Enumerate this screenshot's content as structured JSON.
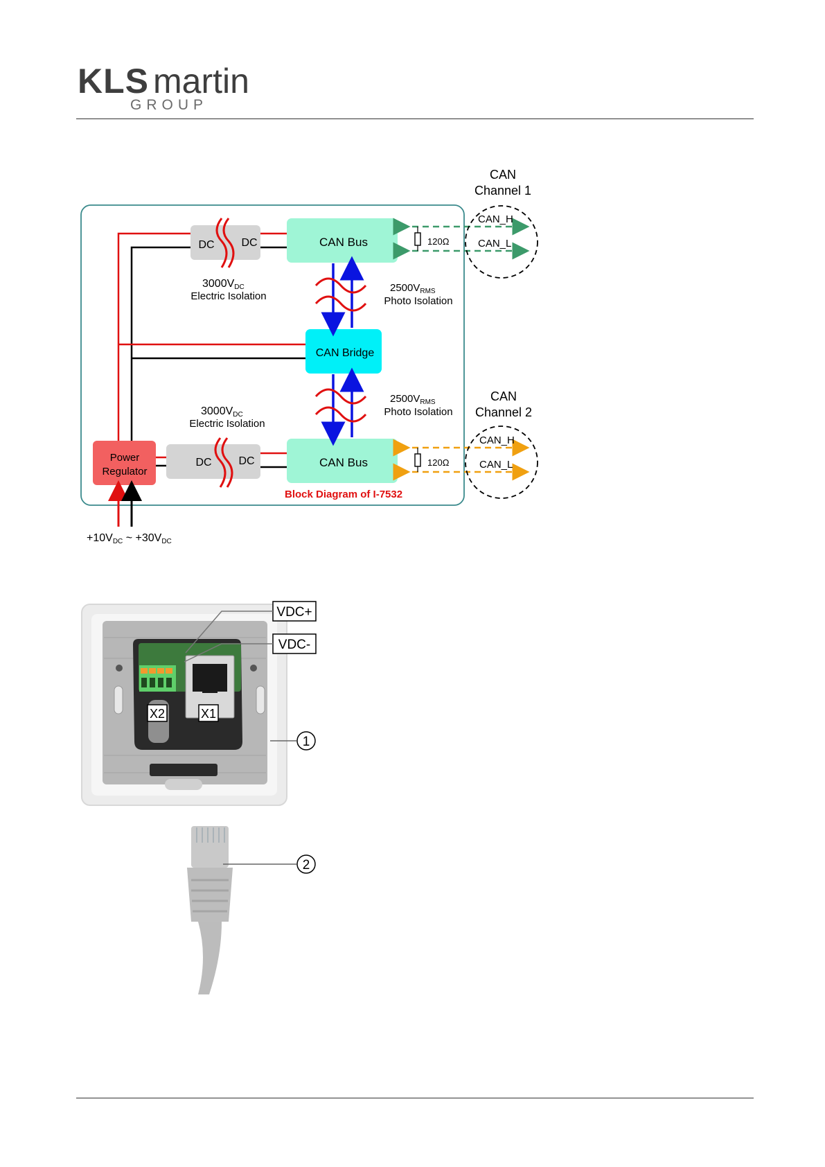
{
  "header": {
    "logo_main_1": "KLS",
    "logo_main_2": "martin",
    "logo_sub": "GROUP"
  },
  "diagram": {
    "title": "Block Diagram of I-7532",
    "channel1": {
      "label_line1": "CAN",
      "label_line2": "Channel 1",
      "h": "CAN_H",
      "l": "CAN_L"
    },
    "channel2": {
      "label_line1": "CAN",
      "label_line2": "Channel 2",
      "h": "CAN_H",
      "l": "CAN_L"
    },
    "can_bus_top": "CAN Bus",
    "can_bus_bottom": "CAN Bus",
    "can_bridge": "CAN Bridge",
    "power_regulator_line1": "Power",
    "power_regulator_line2": "Regulator",
    "dc_left": "DC",
    "dc_right": "DC",
    "resistor": "120Ω",
    "electric_isolation_voltage": "3000V",
    "electric_isolation_sub": "DC",
    "electric_isolation_label": "Electric Isolation",
    "photo_isolation_voltage": "2500V",
    "photo_isolation_sub": "RMS",
    "photo_isolation_label": "Photo Isolation",
    "supply_low": "+10V",
    "supply_sub": "DC",
    "supply_sep": " ~ ",
    "supply_high": "+30V",
    "colors": {
      "frame": "#3a8a8c",
      "can_bus": "#9ff5d6",
      "can_bridge": "#00f0f8",
      "power": "#f26060",
      "dc": "#d4d4d4",
      "red_line": "#e01010",
      "blue_arrow": "#0a14e0",
      "green_arrow": "#3c9a6a",
      "orange_arrow": "#f0a010"
    }
  },
  "photo": {
    "labels": {
      "vdc_plus": "VDC+",
      "vdc_minus": "VDC-",
      "x1": "X1",
      "x2": "X2",
      "callout1": "1",
      "callout2": "2"
    }
  }
}
